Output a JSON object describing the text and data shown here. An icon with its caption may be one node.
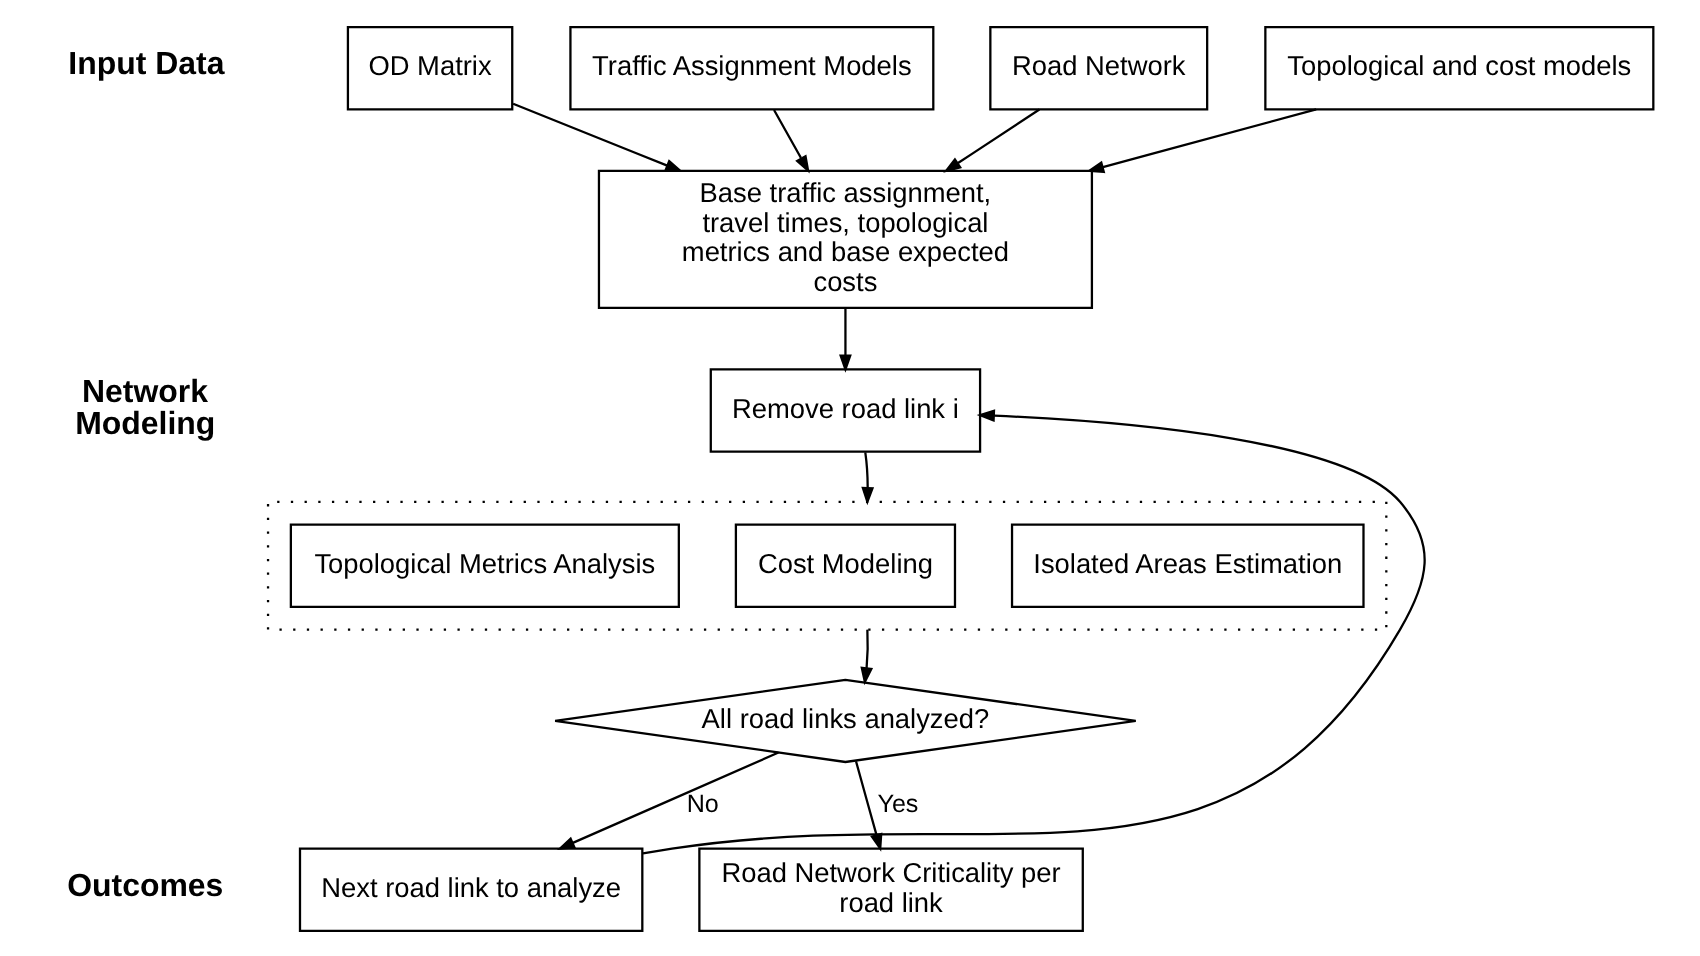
{
  "diagram": {
    "nodes": [
      {
        "text": [
          "OD Matrix"
        ]
      },
      {
        "text": [
          "Traffic Assignment Models"
        ]
      },
      {
        "text": [
          "Road Network"
        ]
      },
      {
        "text": [
          "Topological and cost models"
        ]
      },
      {
        "text": [
          "Base traffic assignment, travel times, topological metrics and base expected costs"
        ]
      },
      {
        "text": [
          "Remove road link i"
        ]
      },
      {
        "text": [],
        "shape": "box"
      },
      {
        "text": [
          "Topological Metrics Analysis"
        ],
        "in": 6
      },
      {
        "text": [
          "Cost Modeling"
        ],
        "in": 6
      },
      {
        "text": [
          "Isolated Areas Estimation"
        ],
        "in": 6
      },
      {
        "text": [
          "All road links analyzed?"
        ]
      },
      {
        "text": [
          "Next road link to analyze"
        ]
      },
      {
        "text": [
          "Road Network Criticality per road link"
        ]
      }
    ],
    "edges": [
      {
        "from": 0,
        "to": 4,
        "arrow": "to"
      },
      {
        "from": 1,
        "to": 4,
        "arrow": "to"
      },
      {
        "from": 2,
        "to": 4,
        "arrow": "to"
      },
      {
        "from": 3,
        "to": 4,
        "arrow": "to"
      },
      {
        "from": 4,
        "to": 5,
        "arrow": "to"
      },
      {
        "from": 5,
        "to": 6,
        "arrow": "to"
      },
      {
        "from": 6,
        "to": 10,
        "arrow": "to"
      },
      {
        "from": 10,
        "to": 11,
        "arrow": "to",
        "label": "No"
      },
      {
        "from": 11,
        "to": 5,
        "arrow": "to"
      },
      {
        "from": 10,
        "to": 12,
        "arrow": "to",
        "label": "Yes"
      }
    ],
    "labels": [
      "Input Data",
      "Network Modeling",
      "Outcomes"
    ]
  }
}
